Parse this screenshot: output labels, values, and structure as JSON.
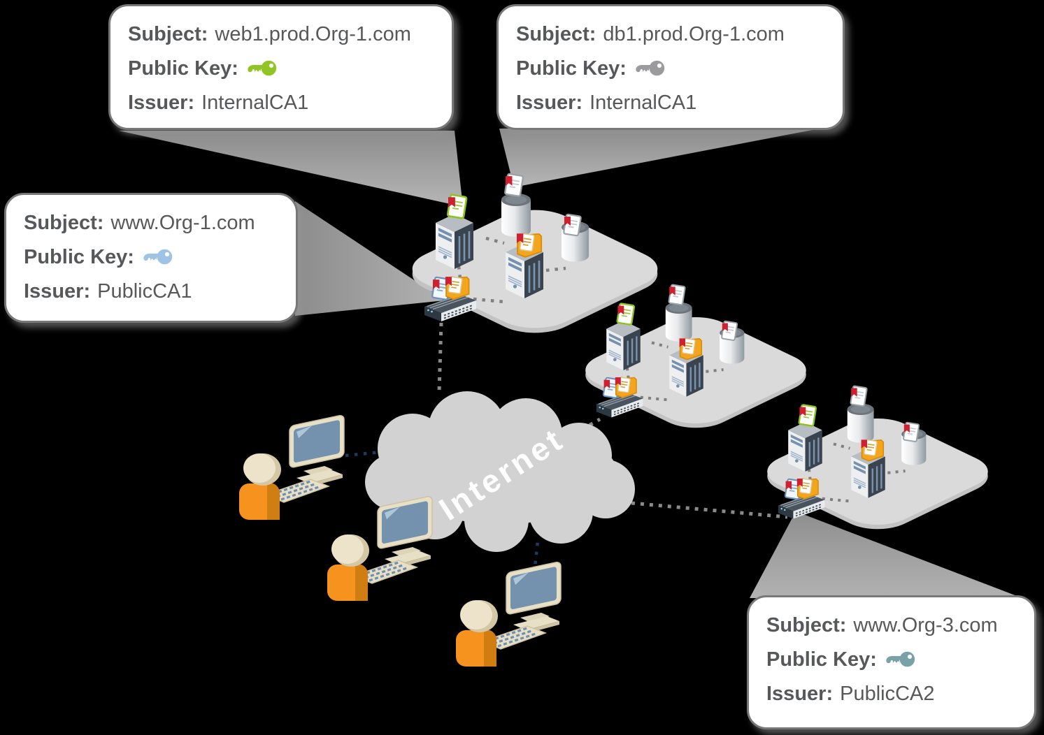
{
  "callouts": [
    {
      "id": "web1-cert",
      "subject_label": "Subject:",
      "subject": "web1.prod.Org-1.com",
      "public_key_label": "Public Key:",
      "key_color": "#91c524",
      "issuer_label": "Issuer:",
      "issuer": "InternalCA1"
    },
    {
      "id": "db1-cert",
      "subject_label": "Subject:",
      "subject": "db1.prod.Org-1.com",
      "public_key_label": "Public Key:",
      "key_color": "#9b9b9d",
      "issuer_label": "Issuer:",
      "issuer": "InternalCA1"
    },
    {
      "id": "www-org1-cert",
      "subject_label": "Subject:",
      "subject": "www.Org-1.com",
      "public_key_label": "Public Key:",
      "key_color": "#9ec4e5",
      "issuer_label": "Issuer:",
      "issuer": "PublicCA1"
    },
    {
      "id": "www-org3-cert",
      "subject_label": "Subject:",
      "subject": "www.Org-3.com",
      "public_key_label": "Public Key:",
      "key_color": "#79a1a8",
      "issuer_label": "Issuer:",
      "issuer": "PublicCA2"
    }
  ],
  "cloud": {
    "label": "Internet"
  },
  "colors": {
    "background": "#000000",
    "callout_text": "#57585a",
    "callout_border": "#787878",
    "wedge_gray": "#9a9a9a",
    "platform_gray": "#dadada",
    "cloud_gray": "#d2d2d2",
    "internet_link": "#8a8a8a",
    "client_link": "#1d3a5f",
    "user_orange": "#f6921e",
    "seal_red": "#cf2030"
  }
}
